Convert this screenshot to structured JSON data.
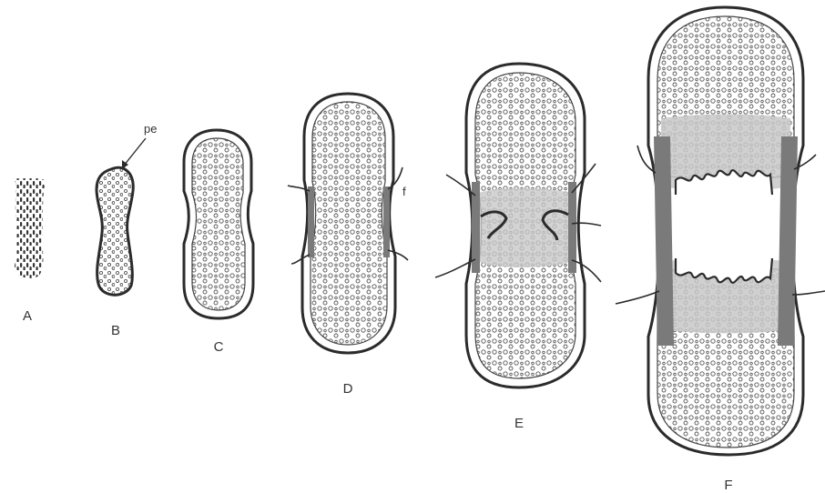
{
  "figure": {
    "stages": [
      {
        "id": "A",
        "label": "A"
      },
      {
        "id": "B",
        "label": "B",
        "annotation": "pe"
      },
      {
        "id": "C",
        "label": "C"
      },
      {
        "id": "D",
        "label": "D",
        "annotation": "f"
      },
      {
        "id": "E",
        "label": "E"
      },
      {
        "id": "F",
        "label": "F"
      }
    ]
  },
  "colors": {
    "outline": "#2b2b2b",
    "collar": "#7a7a7a",
    "cartilage": "#ffffff",
    "bone_zone": "#c8c8c8",
    "dots": "#555555"
  }
}
